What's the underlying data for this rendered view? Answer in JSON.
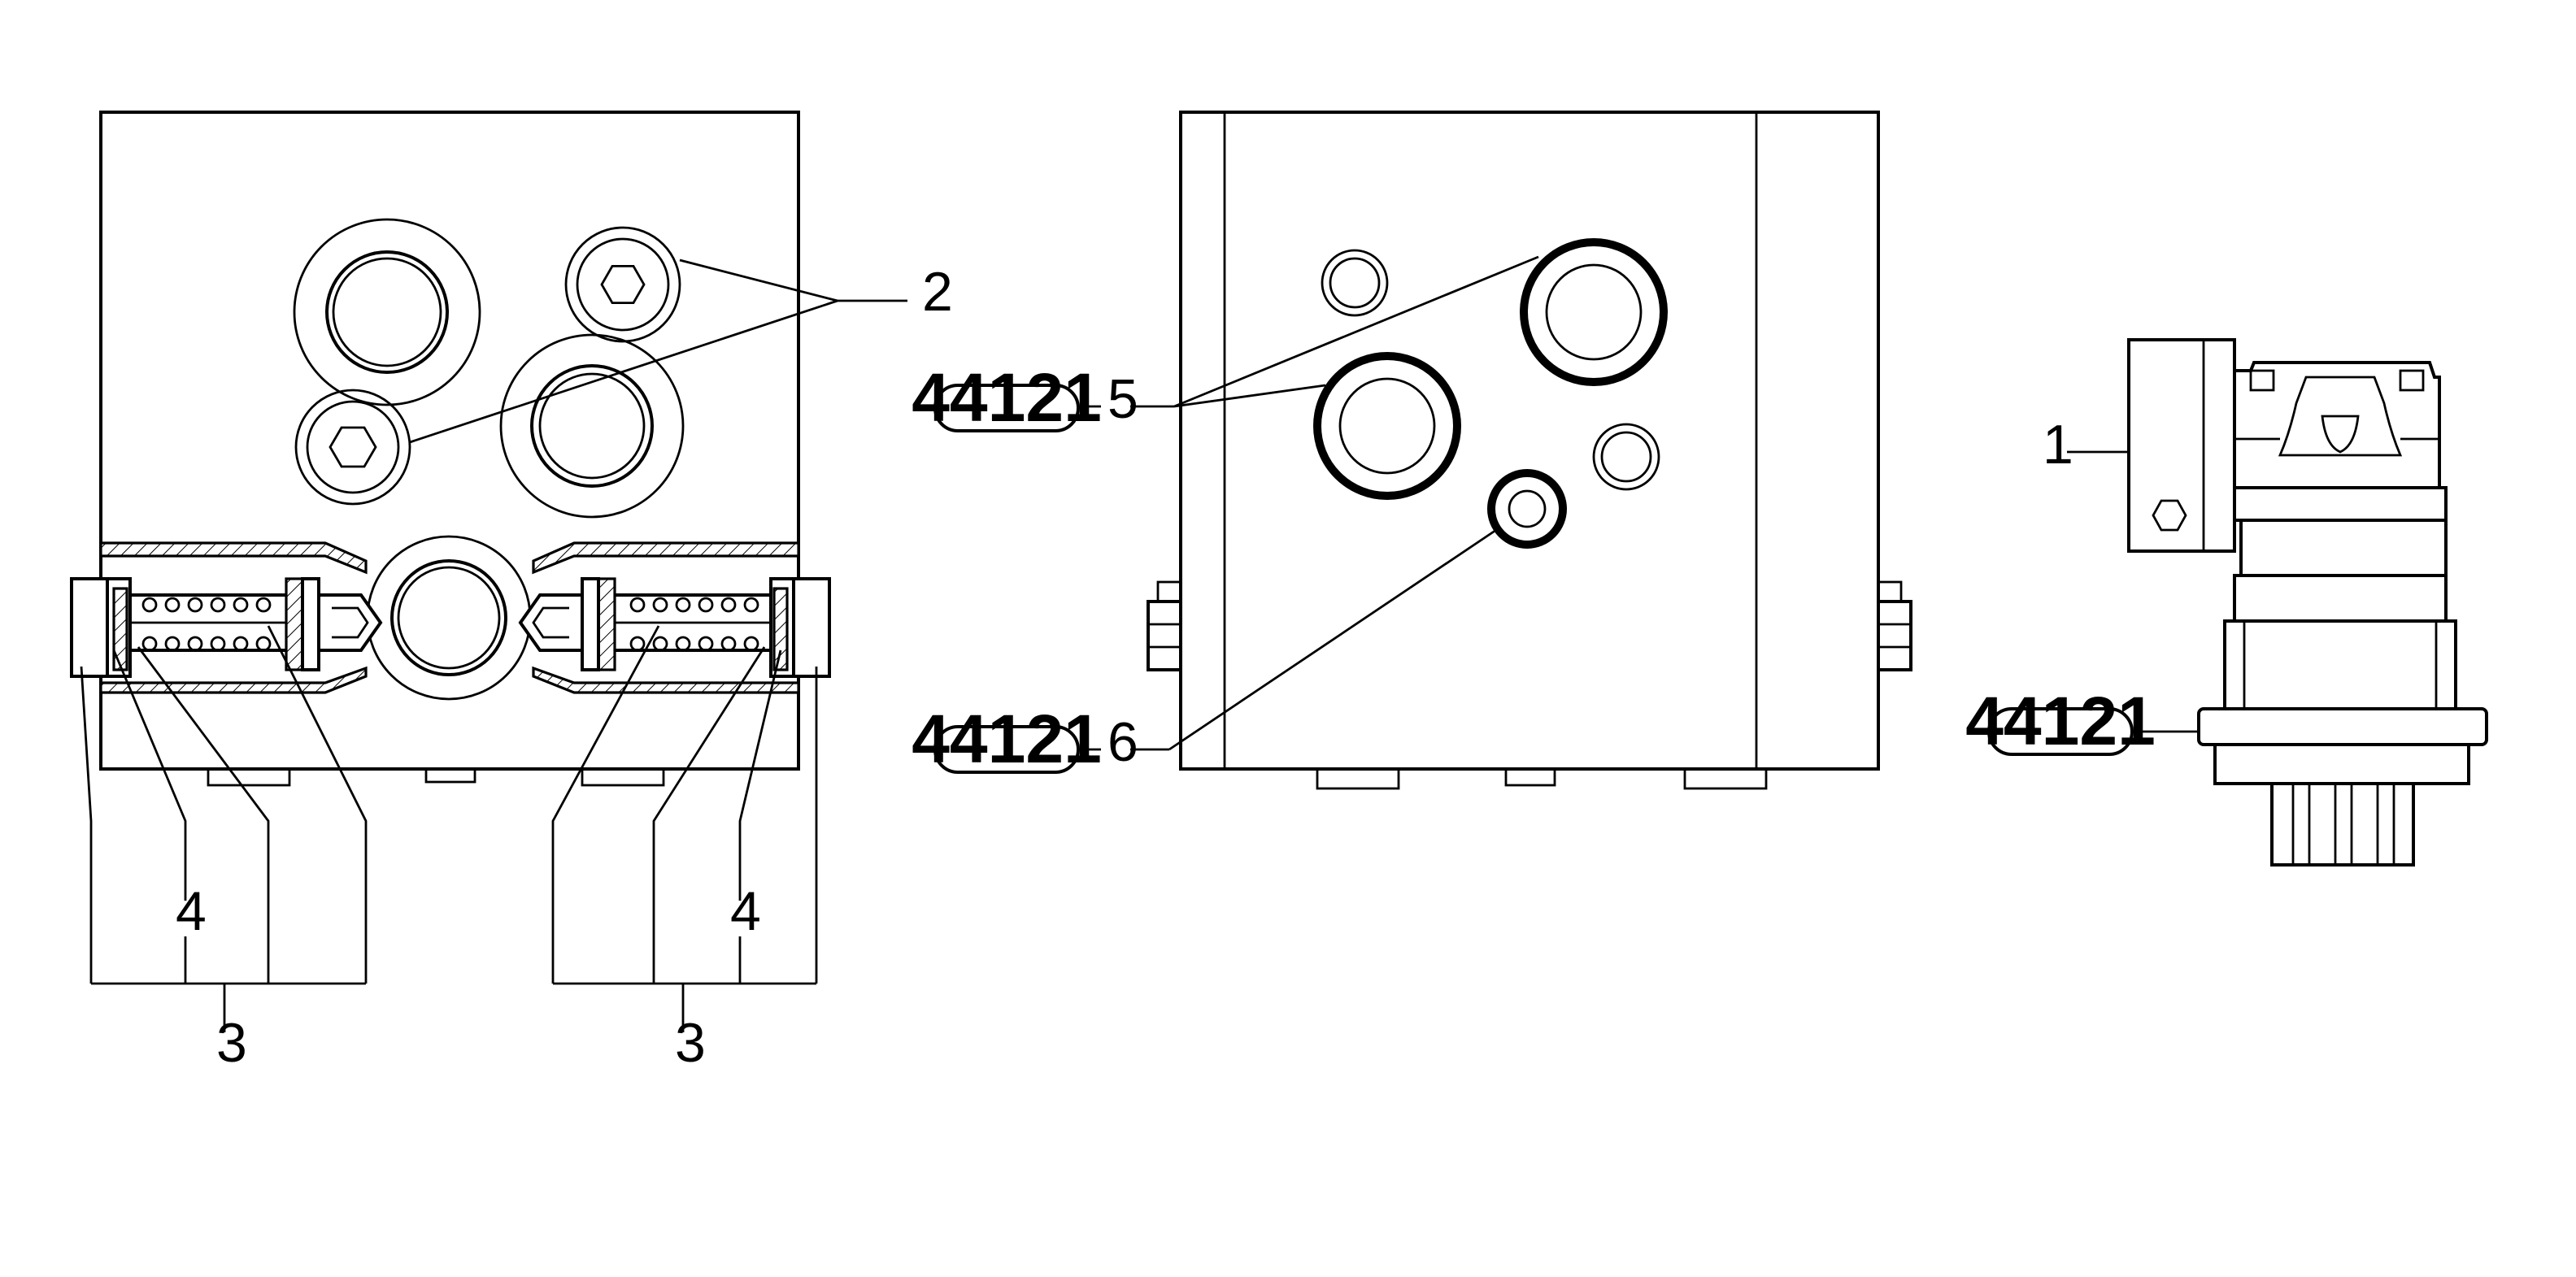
{
  "callouts": {
    "item1": "1",
    "item2": "2",
    "item3_left": "3",
    "item3_right": "3",
    "item4_left": "4",
    "item4_right": "4",
    "item5": "5",
    "item6": "6"
  },
  "reference_badges": {
    "badge_item5": "44121",
    "badge_item6": "44121",
    "badge_motor": "44121"
  },
  "colors": {
    "line": "#000000",
    "background": "#ffffff"
  }
}
